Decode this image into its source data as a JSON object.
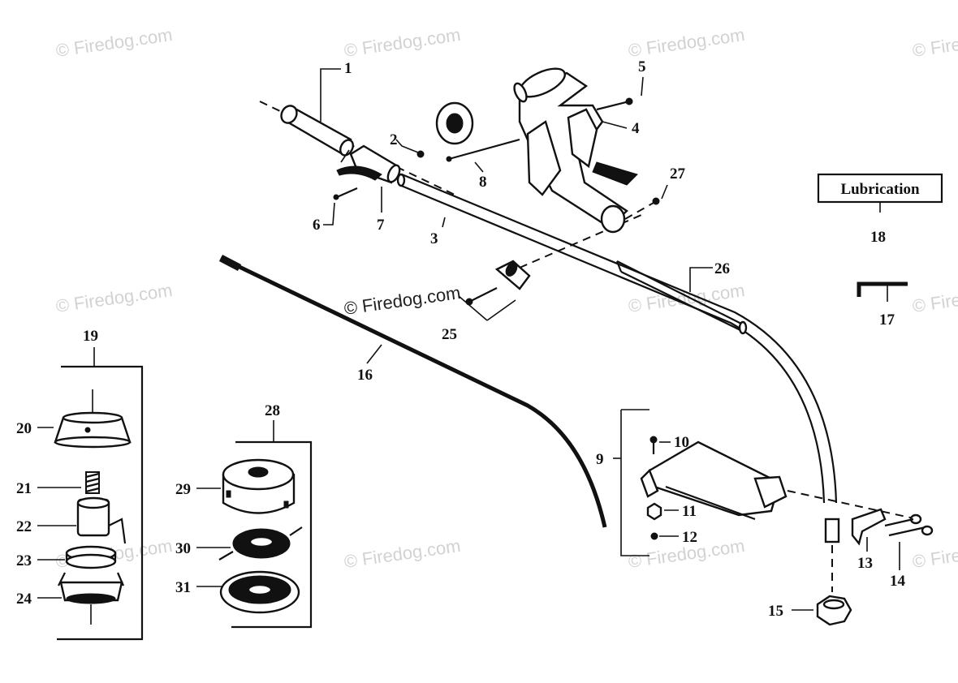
{
  "watermark": "© Firedog.com",
  "lubrication_label": "Lubrication",
  "callouts": {
    "p1": "1",
    "p2": "2",
    "p3": "3",
    "p4": "4",
    "p5": "5",
    "p6": "6",
    "p7": "7",
    "p8": "8",
    "p9": "9",
    "p10": "10",
    "p11": "11",
    "p12": "12",
    "p13": "13",
    "p14": "14",
    "p15": "15",
    "p16": "16",
    "p17": "17",
    "p18": "18",
    "p19": "19",
    "p20": "20",
    "p21": "21",
    "p22": "22",
    "p23": "23",
    "p24": "24",
    "p25": "25",
    "p26": "26",
    "p27": "27",
    "p28": "28",
    "p29": "29",
    "p30": "30",
    "p31": "31"
  }
}
